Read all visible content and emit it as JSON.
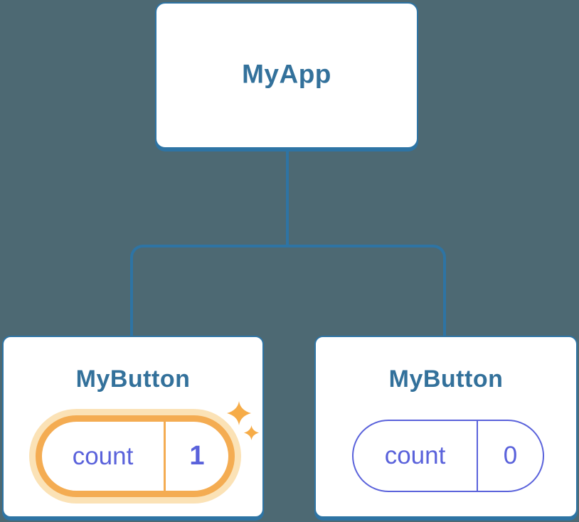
{
  "colors": {
    "background": "#4D6973",
    "line_blue": "#2E74A4",
    "text_blue": "#33719B",
    "purple": "#5A62DB",
    "orange": "#F4AC52",
    "orange_glow": "#FBE2B6",
    "sparkle_orange": "#F6AC48",
    "card_bg": "#FFFFFF"
  },
  "root": {
    "label": "MyApp"
  },
  "children": [
    {
      "label": "MyButton",
      "state": {
        "key": "count",
        "value": "1"
      },
      "highlighted": true
    },
    {
      "label": "MyButton",
      "state": {
        "key": "count",
        "value": "0"
      },
      "highlighted": false
    }
  ],
  "icons": {
    "sparkle": "four-pointed-star"
  }
}
